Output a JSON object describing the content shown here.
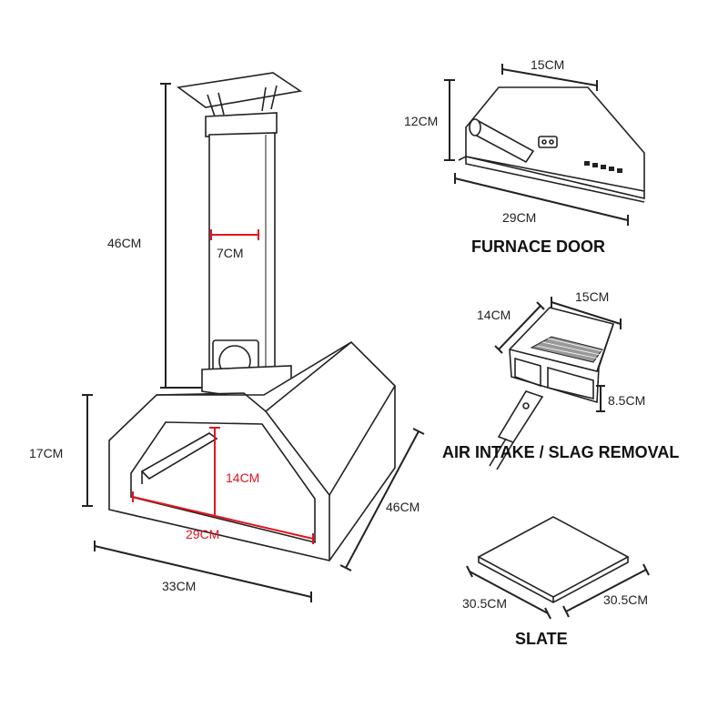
{
  "oven": {
    "chimney_height": "46CM",
    "chimney_width": "7CM",
    "body_height": "17CM",
    "opening_height": "14CM",
    "opening_width": "29CM",
    "body_width": "33CM",
    "body_depth": "46CM"
  },
  "furnace_door": {
    "title": "FURNACE DOOR",
    "top_width": "15CM",
    "height": "12CM",
    "bottom_width": "29CM"
  },
  "air_intake": {
    "title": "AIR INTAKE / SLAG REMOVAL",
    "depth": "14CM",
    "width": "15CM",
    "height": "8.5CM"
  },
  "slate": {
    "title": "SLATE",
    "side_a": "30.5CM",
    "side_b": "30.5CM"
  },
  "colors": {
    "line": "#222222",
    "dimension_highlight": "#e0151f"
  }
}
